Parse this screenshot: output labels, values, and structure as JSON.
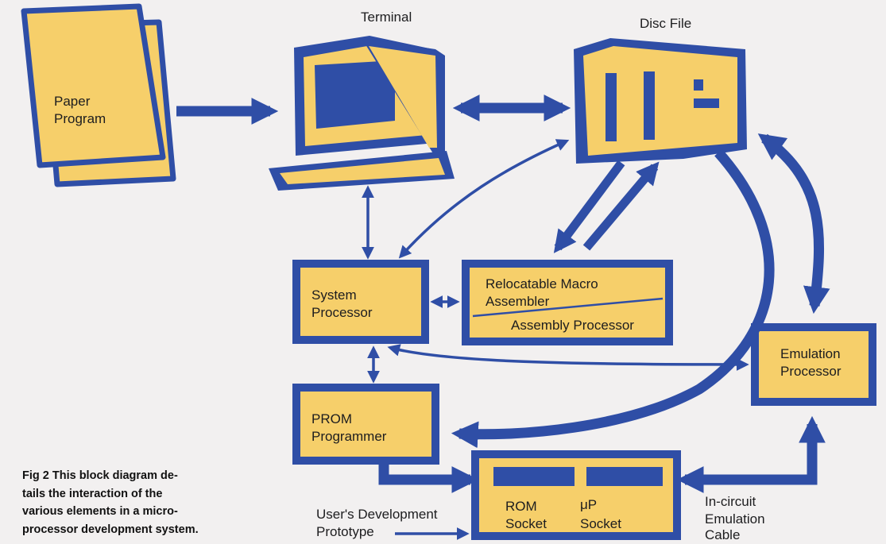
{
  "labels": {
    "terminal": "Terminal",
    "disc_file": "Disc File",
    "paper_program_line1": "Paper",
    "paper_program_line2": "Program",
    "system_processor_line1": "System",
    "system_processor_line2": "Processor",
    "macro_assembler_line1": "Relocatable Macro",
    "macro_assembler_line2": "Assembler",
    "assembly_processor": "Assembly Processor",
    "emulation_processor_line1": "Emulation",
    "emulation_processor_line2": "Processor",
    "prom_programmer_line1": "PROM",
    "prom_programmer_line2": "Programmer",
    "rom_socket_line1": "ROM",
    "rom_socket_line2": "Socket",
    "up_socket_line1": "μP",
    "up_socket_line2": "Socket",
    "user_prototype_line1": "User's Development",
    "user_prototype_line2": "Prototype",
    "emulation_cable_line1": "In-circuit",
    "emulation_cable_line2": "Emulation",
    "emulation_cable_line3": "Cable"
  },
  "caption": {
    "line1": "Fig 2  This block diagram de-",
    "line2": "tails the interaction of the",
    "line3": "various elements in a micro-",
    "line4": "processor development system."
  },
  "colors": {
    "blue": "#2f4ea6",
    "yellow": "#f6cf6a",
    "background": "#f2f0f0"
  }
}
